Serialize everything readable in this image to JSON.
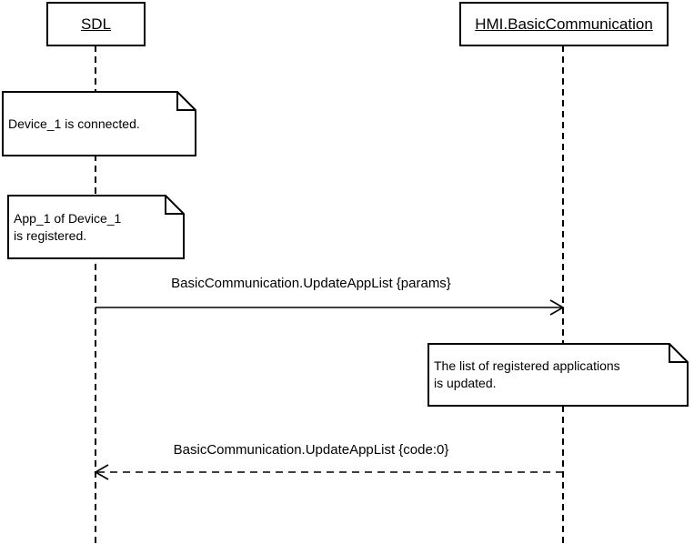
{
  "diagram": {
    "type": "uml-sequence-diagram",
    "background_color": "#ffffff",
    "line_color": "#000000",
    "participants": [
      {
        "id": "sdl",
        "label": "SDL"
      },
      {
        "id": "hmi",
        "label": "HMI.BasicCommunication"
      }
    ],
    "notes": [
      {
        "anchor": "sdl",
        "lines": {
          "0": "Device_1 is connected."
        }
      },
      {
        "anchor": "sdl",
        "lines": {
          "0": "App_1 of Device_1",
          "1": "is registered."
        }
      },
      {
        "anchor": "hmi",
        "lines": {
          "0": "The list of registered applications",
          "1": "is updated."
        }
      }
    ],
    "messages": [
      {
        "from": "sdl",
        "to": "hmi",
        "style": "solid",
        "label": "BasicCommunication.UpdateAppList {params}"
      },
      {
        "from": "hmi",
        "to": "sdl",
        "style": "dashed",
        "label": "BasicCommunication.UpdateAppList {code:0}"
      }
    ]
  }
}
